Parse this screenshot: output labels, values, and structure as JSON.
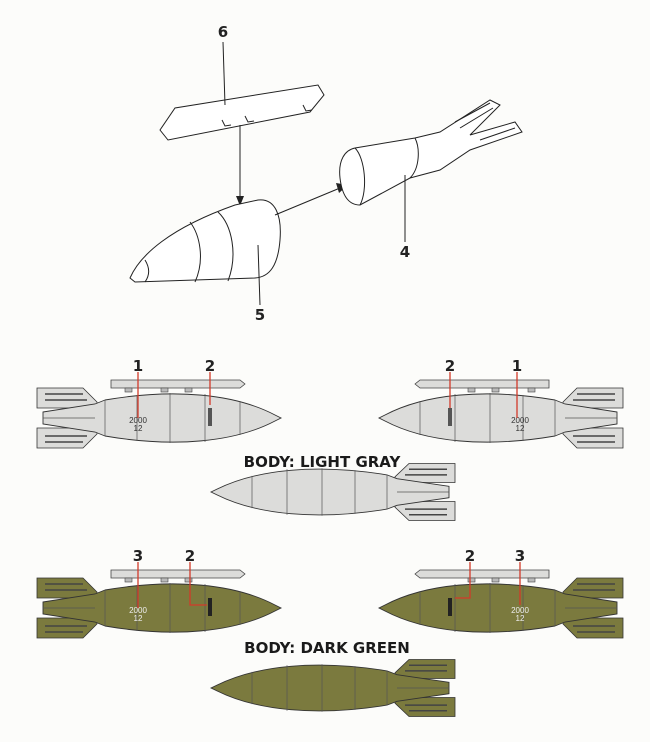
{
  "assembly": {
    "labels": {
      "part4": "4",
      "part5": "5",
      "part6": "6"
    }
  },
  "light_gray": {
    "caption": "BODY: LIGHT GRAY",
    "color": "#dcdcda",
    "left_callouts": [
      "1",
      "2"
    ],
    "right_callouts": [
      "2",
      "1"
    ],
    "marking_line1": "2000",
    "marking_line2": "12"
  },
  "dark_green": {
    "caption": "BODY: DARK GREEN",
    "color": "#7b7a3e",
    "left_callouts": [
      "3",
      "2"
    ],
    "right_callouts": [
      "2",
      "3"
    ],
    "marking_line1": "2000",
    "marking_line2": "12"
  },
  "colors": {
    "callout_line": "#d23a2a",
    "outline": "#222222"
  }
}
